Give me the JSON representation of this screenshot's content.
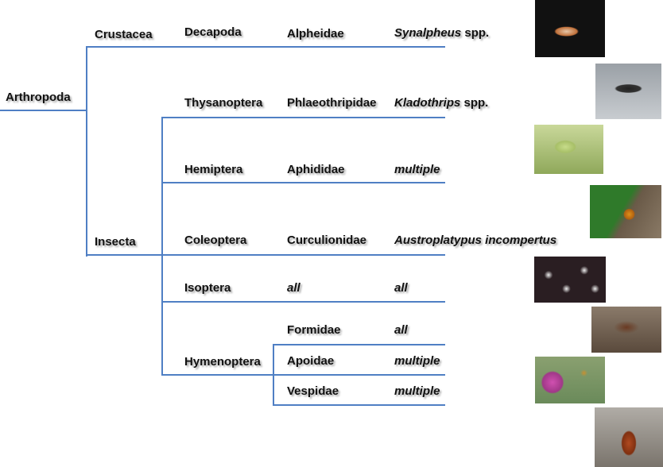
{
  "tree": {
    "root": "Arthropoda",
    "classes": [
      "Crustacea",
      "Insecta"
    ],
    "rows": [
      {
        "order": "Decapoda",
        "family": "Alpheidae",
        "genus": "Synalpheus",
        "genus_suffix": " spp."
      },
      {
        "order": "Thysanoptera",
        "family": "Phlaeothripidae",
        "genus": "Kladothrips",
        "genus_suffix": " spp."
      },
      {
        "order": "Hemiptera",
        "family": "Aphididae",
        "genus": "multiple"
      },
      {
        "order": "Coleoptera",
        "family": "Curculionidae",
        "genus": "Austroplatypus incompertus"
      },
      {
        "order": "Isoptera",
        "family": "all",
        "genus": "all"
      },
      {
        "order": "Hymenoptera",
        "family": "Formidae",
        "genus": "all"
      },
      {
        "family": "Apoidae",
        "genus": "multiple"
      },
      {
        "family": "Vespidae",
        "genus": "multiple"
      }
    ]
  },
  "colors": {
    "branch": "#4f7fc4"
  }
}
